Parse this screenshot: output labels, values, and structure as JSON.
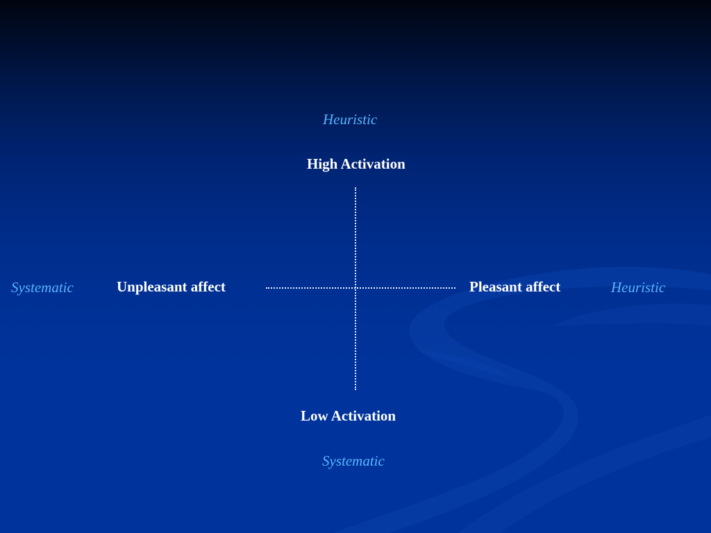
{
  "diagram": {
    "top_mode": "Heuristic",
    "top_axis": "High Activation",
    "left_mode": "Systematic",
    "left_axis": "Unpleasant affect",
    "right_axis": "Pleasant affect",
    "right_mode": "Heuristic",
    "bottom_axis": "Low Activation",
    "bottom_mode": "Systematic"
  },
  "colors": {
    "background": "#00339b",
    "axis_text": "#ffffff",
    "mode_text": "#59b4ff",
    "axis_line": "#e8eefc"
  }
}
